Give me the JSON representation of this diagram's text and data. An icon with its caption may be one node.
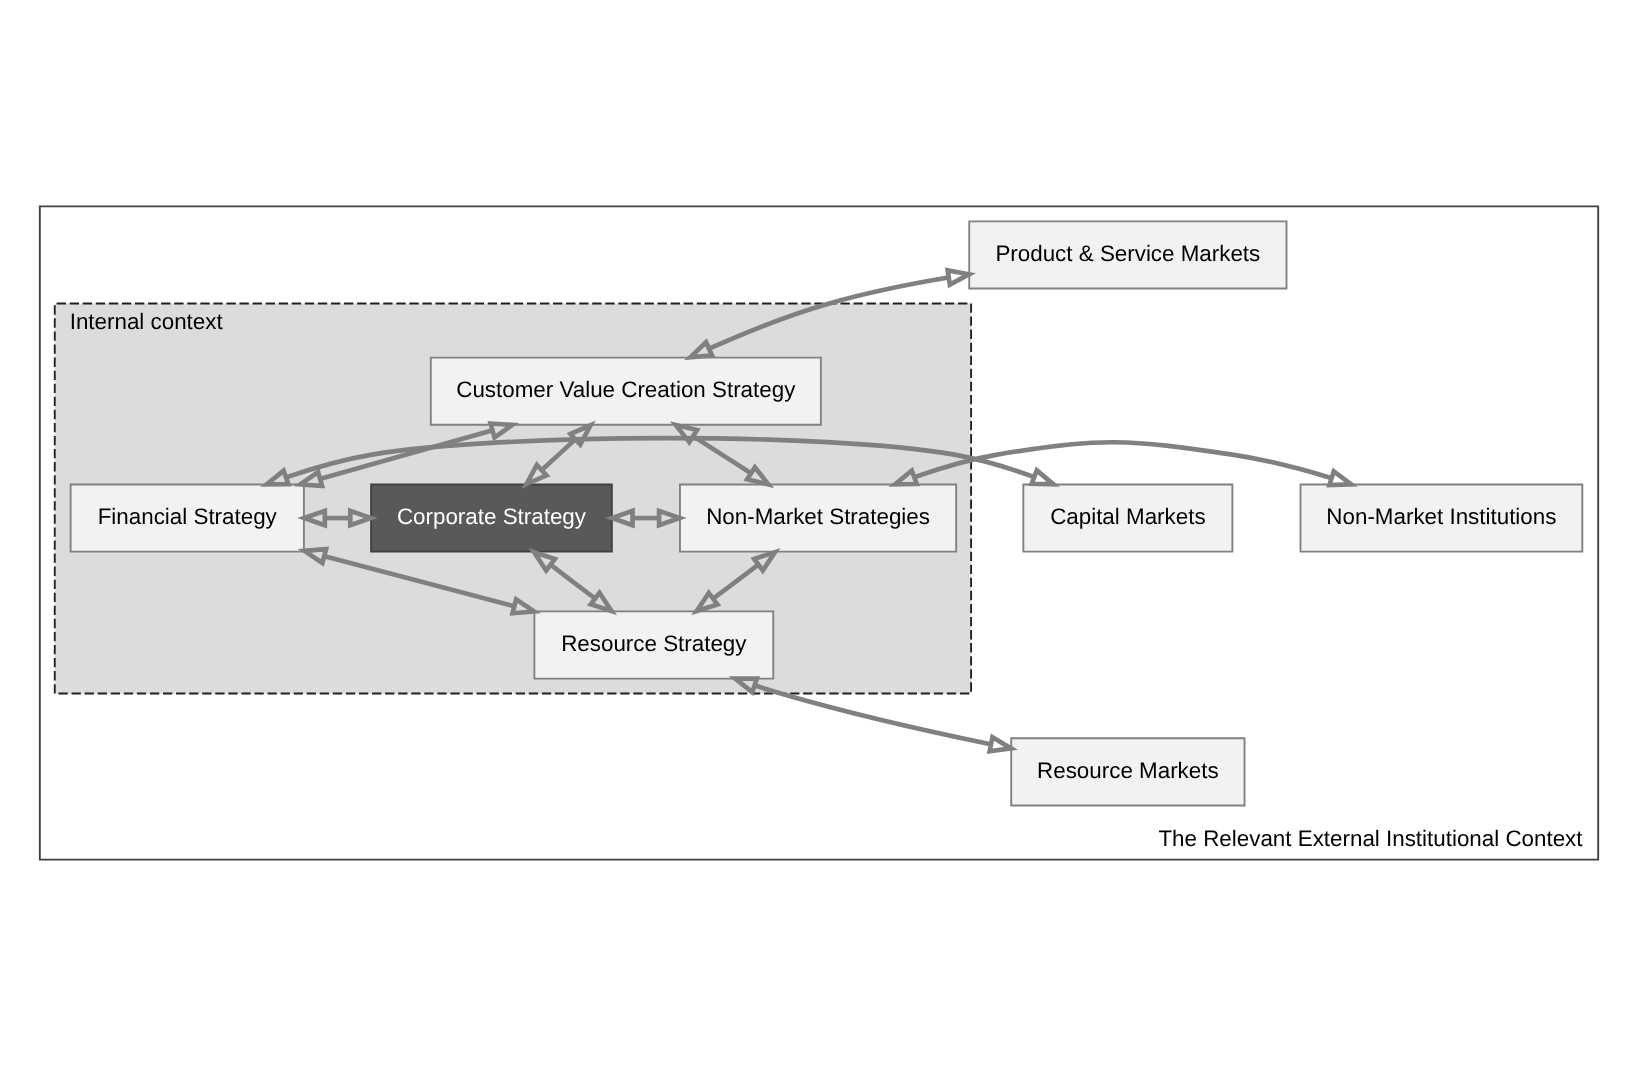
{
  "diagram": {
    "nodes": [
      {
        "text": [
          "The Relevant External Institutional Context"
        ]
      },
      {
        "text": [
          "Internal context"
        ],
        "in": 0
      },
      {
        "text": [
          "Product & Service Markets"
        ],
        "in": 0
      },
      {
        "text": [
          "Customer Value Creation Strategy"
        ],
        "in": 1
      },
      {
        "text": [
          "Capital Markets"
        ],
        "in": 0
      },
      {
        "text": [
          "Financial Strategy"
        ],
        "in": 1
      },
      {
        "text": [
          "Corporate Strategy"
        ],
        "in": 1
      },
      {
        "text": [
          "Non-Market Strategies"
        ],
        "in": 1
      },
      {
        "text": [
          "Non-Market Institutions"
        ],
        "in": 0
      },
      {
        "text": [
          "Resource Strategy"
        ],
        "in": 1
      },
      {
        "text": [
          "Resource Markets"
        ],
        "in": 0
      }
    ],
    "edges": [
      {
        "from": 2,
        "to": 3,
        "arrow": "both"
      },
      {
        "from": 3,
        "to": 5,
        "arrow": "both"
      },
      {
        "from": 3,
        "to": 7,
        "arrow": "both"
      },
      {
        "from": 3,
        "to": 6,
        "arrow": "both"
      },
      {
        "from": 4,
        "to": 5,
        "arrow": "both"
      },
      {
        "from": 5,
        "to": 6,
        "arrow": "both"
      },
      {
        "from": 6,
        "to": 7,
        "arrow": "both"
      },
      {
        "from": 7,
        "to": 8,
        "arrow": "both"
      },
      {
        "from": 6,
        "to": 9,
        "arrow": "both"
      },
      {
        "from": 5,
        "to": 9,
        "arrow": "both"
      },
      {
        "from": 7,
        "to": 9,
        "arrow": "both"
      },
      {
        "from": 9,
        "to": 10,
        "arrow": "both"
      }
    ]
  }
}
